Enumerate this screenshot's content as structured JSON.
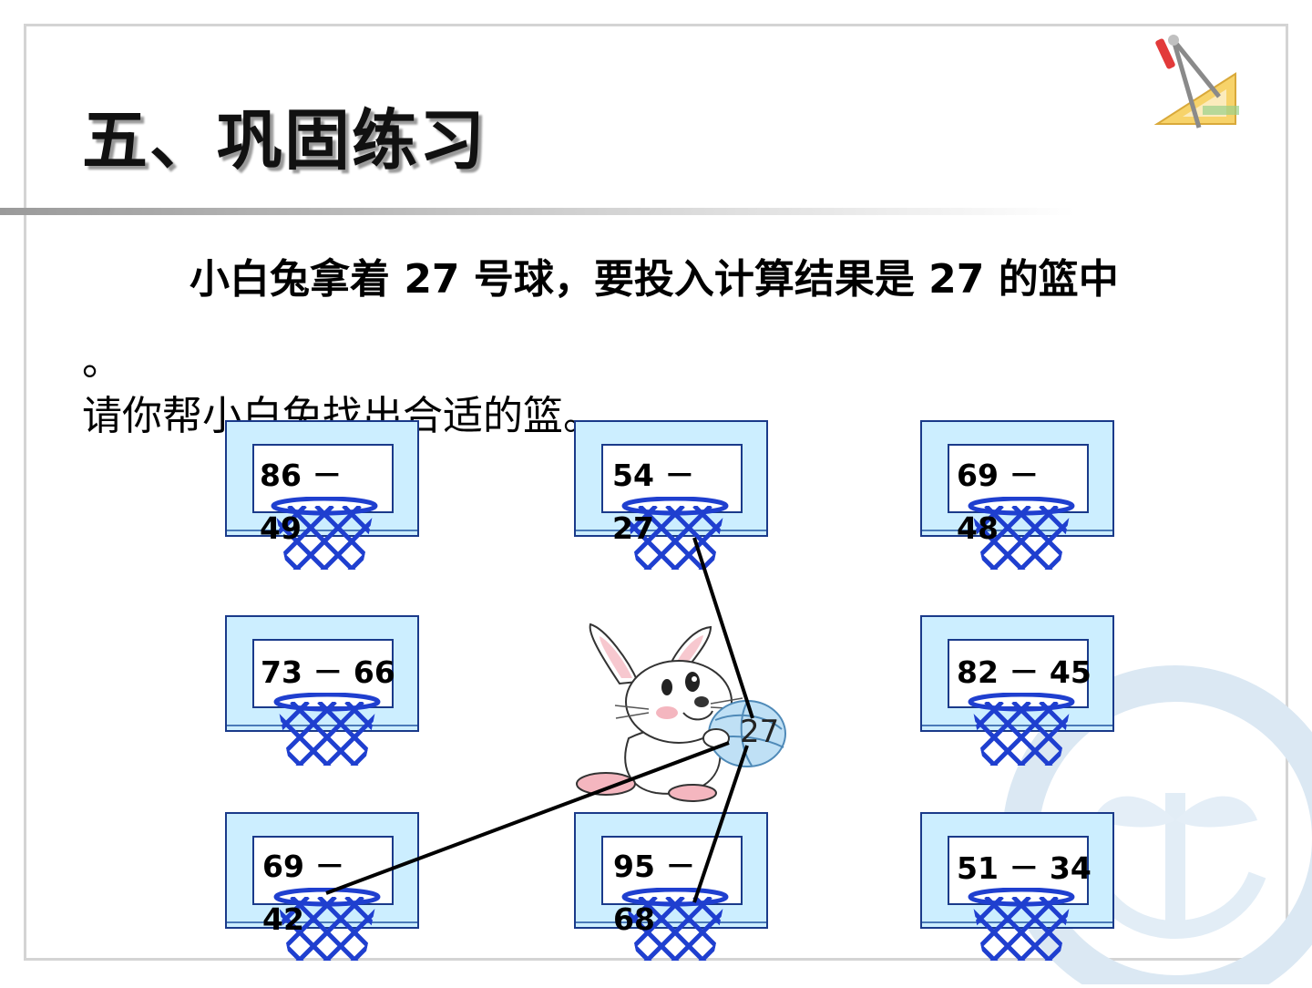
{
  "slide": {
    "title": "五、巩固练习",
    "problem_line1": "小白兔拿着 27 号球，要投入计算结果是 27 的篮中",
    "problem_period": "。",
    "problem_line2": "请你帮小白兔找出合适的篮。"
  },
  "ball": {
    "number": "27"
  },
  "baskets": [
    {
      "expression": "86 － 49"
    },
    {
      "expression": "54 － 27"
    },
    {
      "expression": "69 － 48"
    },
    {
      "expression": "73 － 66"
    },
    {
      "expression": "82 － 45"
    },
    {
      "expression": "69 － 42"
    },
    {
      "expression": "95 － 68"
    },
    {
      "expression": "51 － 34"
    }
  ],
  "colors": {
    "backboard": "#cceeff",
    "hoop_net": "#1f3fcf",
    "line": "#000000"
  },
  "icons": [
    "drafting-tools-icon",
    "rabbit-illustration",
    "ball-icon",
    "basketball-hoop-icon",
    "watermark-logo"
  ]
}
